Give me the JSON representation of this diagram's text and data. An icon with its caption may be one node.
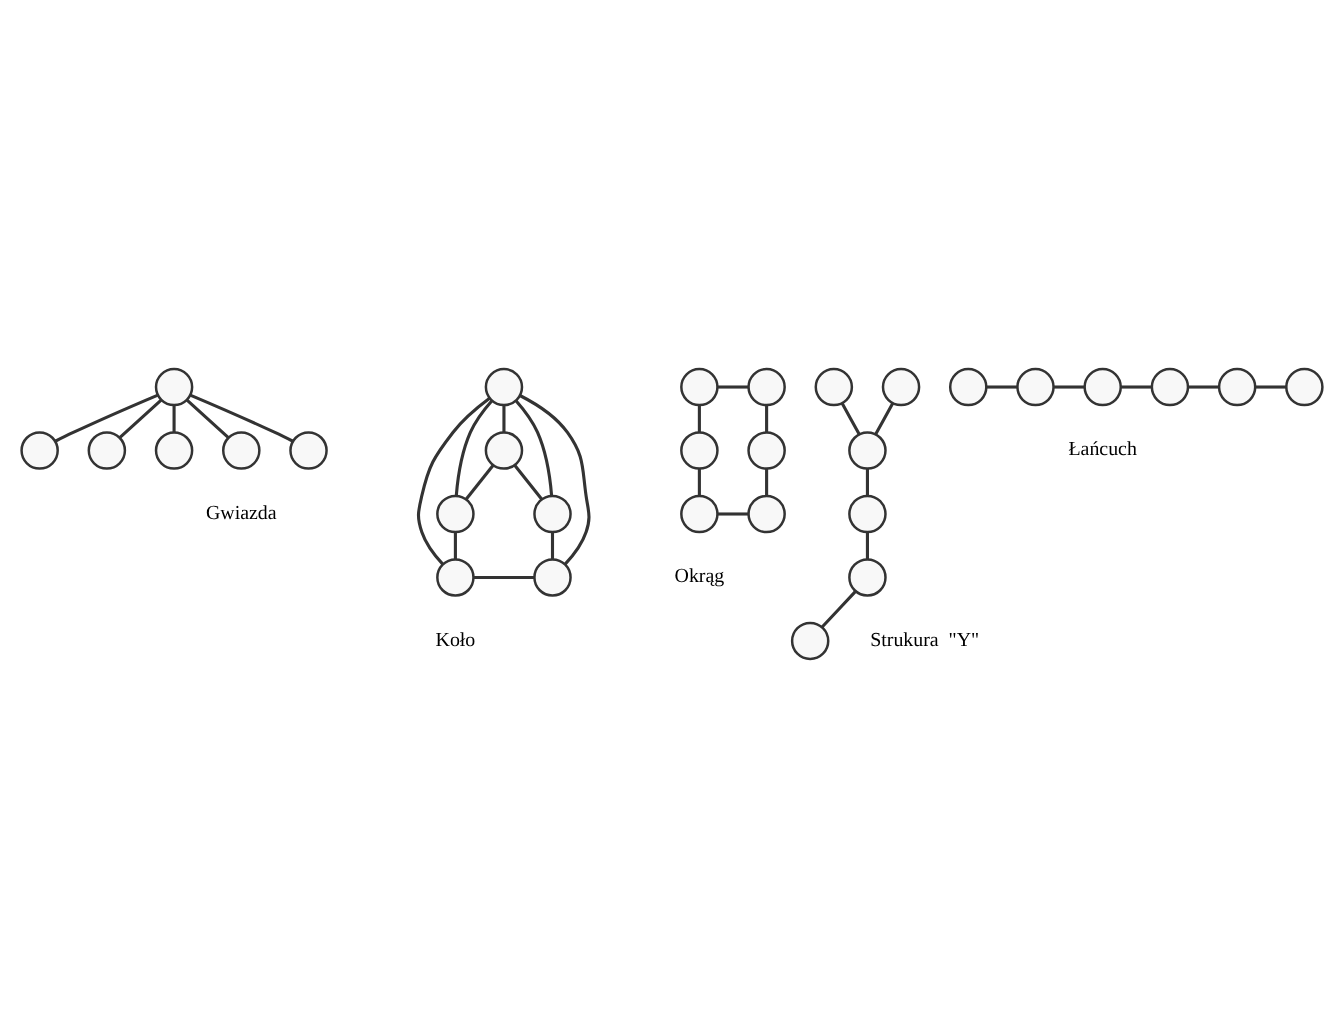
{
  "diagram": {
    "nodes": [
      {
        "text": [],
        "shape": "circle"
      },
      {
        "text": [],
        "shape": "circle"
      },
      {
        "text": [],
        "shape": "circle"
      },
      {
        "text": [],
        "shape": "circle"
      },
      {
        "text": [],
        "shape": "circle"
      },
      {
        "text": [],
        "shape": "circle"
      },
      {
        "text": [],
        "shape": "circle"
      },
      {
        "text": [],
        "shape": "circle"
      },
      {
        "text": [],
        "shape": "circle"
      },
      {
        "text": [],
        "shape": "circle"
      },
      {
        "text": [],
        "shape": "circle"
      },
      {
        "text": [],
        "shape": "circle"
      },
      {
        "text": [],
        "shape": "circle"
      },
      {
        "text": [],
        "shape": "circle"
      },
      {
        "text": [],
        "shape": "circle"
      },
      {
        "text": [],
        "shape": "circle"
      },
      {
        "text": [],
        "shape": "circle"
      },
      {
        "text": [],
        "shape": "circle"
      },
      {
        "text": [],
        "shape": "circle"
      },
      {
        "text": [],
        "shape": "circle"
      },
      {
        "text": [],
        "shape": "circle"
      },
      {
        "text": [],
        "shape": "circle"
      },
      {
        "text": [],
        "shape": "circle"
      },
      {
        "text": [],
        "shape": "circle"
      },
      {
        "text": [],
        "shape": "circle"
      },
      {
        "text": [],
        "shape": "circle"
      },
      {
        "text": [],
        "shape": "circle"
      },
      {
        "text": [],
        "shape": "circle"
      },
      {
        "text": [],
        "shape": "circle"
      },
      {
        "text": [],
        "shape": "circle"
      }
    ],
    "edges": [
      {
        "from": 2,
        "to": 0,
        "arrow": "none"
      },
      {
        "from": 2,
        "to": 1,
        "arrow": "none"
      },
      {
        "from": 2,
        "to": 3,
        "arrow": "none"
      },
      {
        "from": 2,
        "to": 4,
        "arrow": "none"
      },
      {
        "from": 2,
        "to": 5,
        "arrow": "none"
      },
      {
        "from": 8,
        "to": 6,
        "arrow": "none"
      },
      {
        "from": 8,
        "to": 7,
        "arrow": "none"
      },
      {
        "from": 8,
        "to": 9,
        "arrow": "none"
      },
      {
        "from": 8,
        "to": 10,
        "arrow": "none"
      },
      {
        "from": 8,
        "to": 11,
        "arrow": "none"
      },
      {
        "from": 6,
        "to": 7,
        "arrow": "none"
      },
      {
        "from": 6,
        "to": 9,
        "arrow": "none"
      },
      {
        "from": 7,
        "to": 10,
        "arrow": "none"
      },
      {
        "from": 10,
        "to": 11,
        "arrow": "none"
      },
      {
        "from": 9,
        "to": 11,
        "arrow": "none"
      },
      {
        "from": 12,
        "to": 13,
        "arrow": "none"
      },
      {
        "from": 13,
        "to": 15,
        "arrow": "none"
      },
      {
        "from": 15,
        "to": 17,
        "arrow": "none"
      },
      {
        "from": 16,
        "to": 17,
        "arrow": "none"
      },
      {
        "from": 14,
        "to": 16,
        "arrow": "none"
      },
      {
        "from": 12,
        "to": 14,
        "arrow": "none"
      },
      {
        "from": 18,
        "to": 20,
        "arrow": "none"
      },
      {
        "from": 19,
        "to": 20,
        "arrow": "none"
      },
      {
        "from": 20,
        "to": 21,
        "arrow": "none"
      },
      {
        "from": 21,
        "to": 22,
        "arrow": "none"
      },
      {
        "from": 22,
        "to": 23,
        "arrow": "none"
      },
      {
        "from": 24,
        "to": 25,
        "arrow": "none"
      },
      {
        "from": 25,
        "to": 26,
        "arrow": "none"
      },
      {
        "from": 26,
        "to": 27,
        "arrow": "none"
      },
      {
        "from": 27,
        "to": 28,
        "arrow": "none"
      },
      {
        "from": 28,
        "to": 29,
        "arrow": "none"
      }
    ],
    "labels": [
      "Gwiazda",
      "Koło",
      "Okrąg",
      "Strukura  \"Y\"",
      "Łańcuch"
    ]
  }
}
